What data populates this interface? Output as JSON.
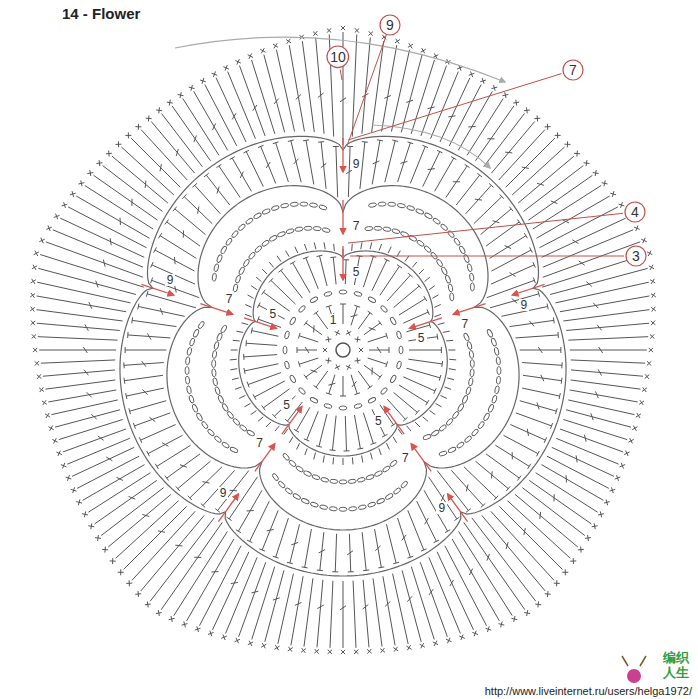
{
  "diagram": {
    "title": "14 - Flower",
    "nodes": [
      {
        "text": [
          "9"
        ]
      },
      {
        "text": [
          "10"
        ]
      },
      {
        "text": [
          "7"
        ]
      },
      {
        "text": [
          "4"
        ]
      },
      {
        "text": [
          "3"
        ]
      }
    ],
    "labels": [
      "1",
      "5",
      "5",
      "5",
      "5",
      "5",
      "7",
      "7",
      "7",
      "7",
      "7",
      "9",
      "9",
      "9",
      "9",
      "9",
      "编织人生",
      "http://www.liveinternet.ru/users/helga1972/"
    ]
  }
}
